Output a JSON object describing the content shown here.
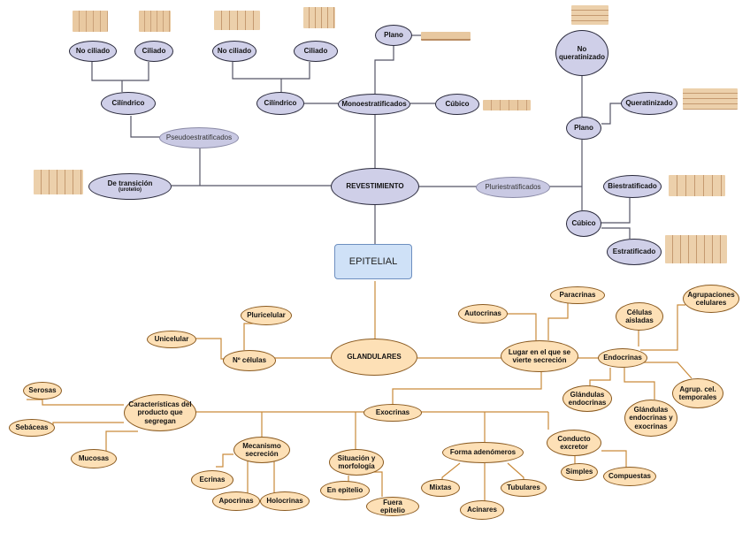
{
  "colors": {
    "purple_fill": "#cfcfe8",
    "orange_fill": "#fde0b6",
    "center_fill": "#cfe1f7",
    "purple_line": "#555566",
    "orange_line": "#c98a3a",
    "tissue": "#e9c9a1"
  },
  "nodes": {
    "epitelial": "EPITELIAL",
    "revestimiento": "REVESTIMIENTO",
    "glandulares": "GLANDULARES",
    "monoestratificados": "Monoestratificados",
    "pluriestratificados": "Pluriestratificados",
    "pseudoestratificados": "Pseudoestratificados",
    "de_transicion": "De transición",
    "de_transicion_sub": "(urotelio)",
    "plano_mono": "Plano",
    "cubico_mono": "Cúbico",
    "cilindrico_left": "Cilíndrico",
    "cilindrico_mid": "Cilíndrico",
    "no_ciliado_left": "No ciliado",
    "ciliado_left": "Ciliado",
    "no_ciliado_mid": "No ciliado",
    "ciliado_mid": "Ciliado",
    "no_queratinizado": "No queratinizado",
    "queratinizado": "Queratinizado",
    "plano_pluri": "Plano",
    "cubico_pluri": "Cúbico",
    "biestratificado": "Biestratificado",
    "estratificado": "Estratificado",
    "unicelular": "Unicelular",
    "pluricelular": "Pluricelular",
    "n_celulas": "Nº células",
    "lugar_secrecion": "Lugar en el que se vierte secreción",
    "autocrinas": "Autocrinas",
    "paracrinas": "Paracrinas",
    "endocrinas": "Endocrinas",
    "celulas_aisladas": "Células aisladas",
    "agrupaciones_celulares": "Agrupaciones celulares",
    "agrup_temporales": "Agrup. cel. temporales",
    "glandulas_endocrinas": "Glándulas endocrinas",
    "glandulas_endo_exo": "Glándulas endocrinas y exocrinas",
    "exocrinas": "Exocrinas",
    "caracteristicas": "Características del producto que segregan",
    "serosas": "Serosas",
    "sebaceas": "Sebáceas",
    "mucosas": "Mucosas",
    "mecanismo": "Mecanismo secreción",
    "ecrinas": "Ecrinas",
    "apocrinas": "Apocrinas",
    "holocrinas": "Holocrinas",
    "situacion": "Situación y morfología",
    "en_epitelio": "En epitelio",
    "fuera_epitelio": "Fuera epitelio",
    "forma_adenomeros": "Forma adenómeros",
    "mixtas": "Mixtas",
    "tubulares": "Tubulares",
    "acinares": "Acinares",
    "conducto": "Conducto excretor",
    "simples": "Simples",
    "compuestas": "Compuestas"
  }
}
